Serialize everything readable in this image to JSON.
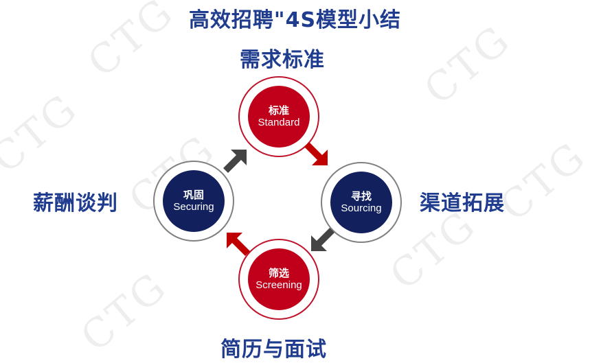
{
  "title": "高效招聘\"4S模型小结",
  "watermark": {
    "text": "CTG"
  },
  "stages": {
    "top": {
      "cn": "标准",
      "en": "Standard",
      "outer_label": "需求标准"
    },
    "right": {
      "cn": "寻找",
      "en": "Sourcing",
      "outer_label": "渠道拓展"
    },
    "bottom": {
      "cn": "筛选",
      "en": "Screening",
      "outer_label": "简历与面试"
    },
    "left": {
      "cn": "巩固",
      "en": "Securing",
      "outer_label": "薪酬谈判"
    }
  },
  "colors": {
    "title": "#1f3c8f",
    "red_disc": "#c0001a",
    "navy_disc": "#12205e",
    "red_arrow": "#c00000",
    "dark_arrow": "#444444",
    "red_ring": "#c0132b",
    "grey_ring": "#808080"
  },
  "icons": {
    "top_to_right": "arrow-down-right-icon",
    "right_to_bottom": "arrow-down-left-icon",
    "bottom_to_left": "arrow-up-left-icon",
    "left_to_top": "arrow-up-right-icon"
  }
}
